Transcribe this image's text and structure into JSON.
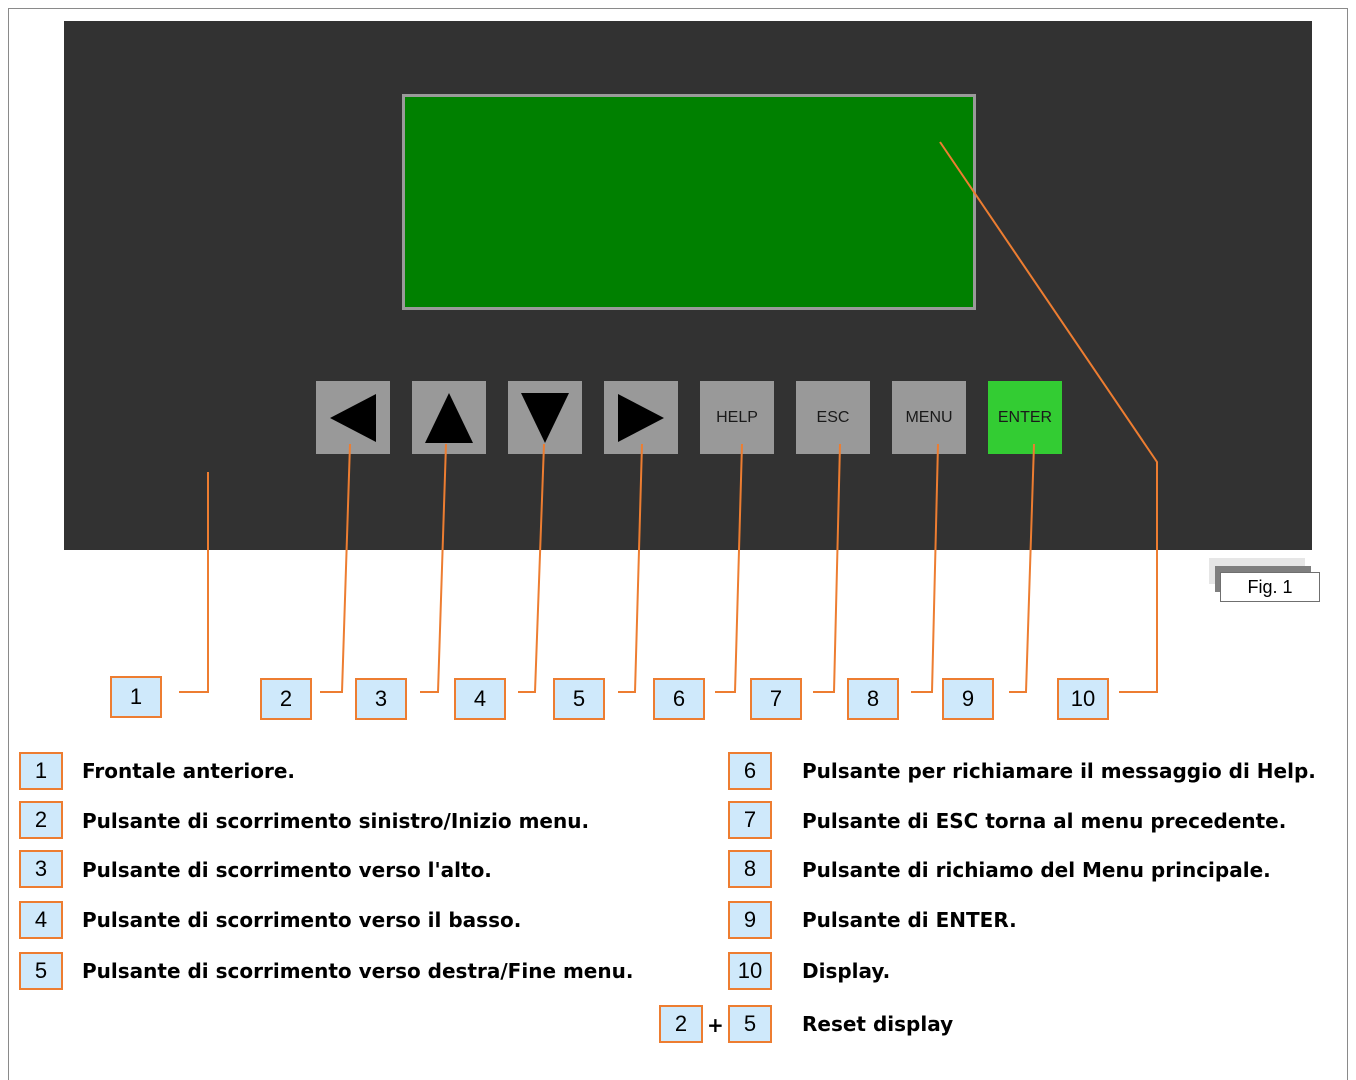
{
  "keys": {
    "left": "left-arrow-icon",
    "up": "up-arrow-icon",
    "down": "down-arrow-icon",
    "right": "right-arrow-icon",
    "help": "HELP",
    "esc": "ESC",
    "menu": "MENU",
    "enter": "ENTER"
  },
  "colors": {
    "panel": "#323232",
    "display": "#008000",
    "key": "#999999",
    "enter_key": "#33cc33",
    "callout_line": "#ed7d31",
    "label_fill": "#cfe9fb"
  },
  "callouts": [
    "1",
    "2",
    "3",
    "4",
    "5",
    "6",
    "7",
    "8",
    "9",
    "10"
  ],
  "figure_label": "Fig. 1",
  "legend": [
    {
      "num": "1",
      "text": "Frontale anteriore."
    },
    {
      "num": "2",
      "text": "Pulsante di scorrimento sinistro/Inizio menu."
    },
    {
      "num": "3",
      "text": "Pulsante di scorrimento verso l'alto."
    },
    {
      "num": "4",
      "text": "Pulsante di scorrimento verso il basso."
    },
    {
      "num": "5",
      "text": "Pulsante di scorrimento verso destra/Fine menu."
    },
    {
      "num": "6",
      "text": "Pulsante per richiamare il messaggio di Help."
    },
    {
      "num": "7",
      "text": "Pulsante di ESC torna al menu precedente."
    },
    {
      "num": "8",
      "text": "Pulsante di richiamo del Menu principale."
    },
    {
      "num": "9",
      "text": "Pulsante di ENTER."
    },
    {
      "num": "10",
      "text": "Display."
    }
  ],
  "combo": {
    "a": "2",
    "plus": "+",
    "b": "5",
    "text": "Reset display"
  }
}
